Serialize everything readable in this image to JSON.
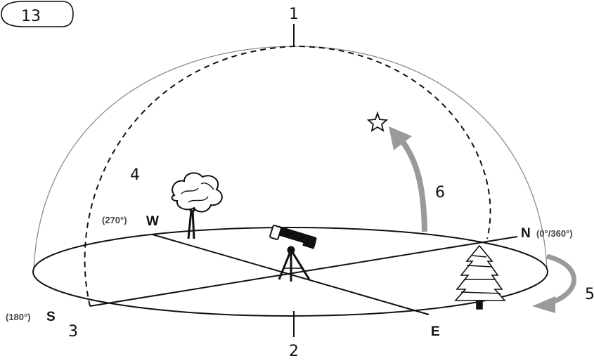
{
  "figure_number": "13",
  "labels": {
    "zenith": "1",
    "observer_point": "2",
    "south_point": "3",
    "meridian": "4",
    "rotation": "5",
    "altitude": "6"
  },
  "directions": {
    "north": "N",
    "north_degrees": "(0°/360°)",
    "east": "E",
    "south": "S",
    "south_degrees": "(180°)",
    "west": "W",
    "west_degrees": "(270°)"
  },
  "colors": {
    "outline": "#111111",
    "dome": "#8c8c8c",
    "arrow": "#9a9a9a"
  },
  "icons": [
    "star-icon",
    "telescope-icon",
    "deciduous-tree-icon",
    "conifer-tree-icon"
  ]
}
